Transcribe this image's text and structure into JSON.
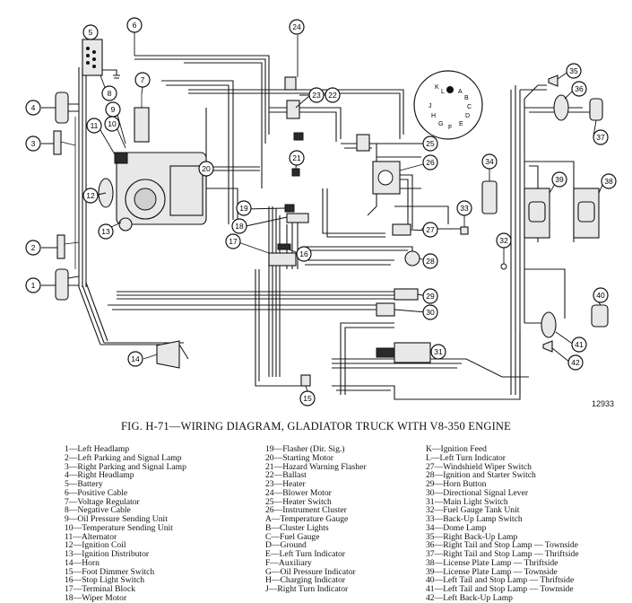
{
  "figure": {
    "number": "12933",
    "caption": "FIG. H-71—WIRING DIAGRAM, GLADIATOR TRUCK WITH V8-350 ENGINE"
  },
  "callouts": [
    "1",
    "2",
    "3",
    "4",
    "5",
    "6",
    "7",
    "8",
    "9",
    "10",
    "11",
    "12",
    "13",
    "14",
    "15",
    "16",
    "17",
    "18",
    "19",
    "20",
    "21",
    "22",
    "23",
    "24",
    "25",
    "26",
    "27",
    "28",
    "29",
    "30",
    "31",
    "32",
    "33",
    "34",
    "35",
    "36",
    "37",
    "38",
    "39",
    "40",
    "41",
    "42"
  ],
  "connector_letters": [
    "K",
    "L",
    "A",
    "B",
    "C",
    "D",
    "E",
    "F",
    "G",
    "H",
    "J"
  ],
  "legend": {
    "col1": [
      "1—Left Headlamp",
      "2—Left Parking and Signal Lamp",
      "3—Right Parking and Signal Lamp",
      "4—Right Headlamp",
      "5—Battery",
      "6—Positive Cable",
      "7—Voltage Regulator",
      "8—Negative Cable",
      "9—Oil Pressure Sending Unit",
      "10—Temperature Sending Unit",
      "11—Alternator",
      "12—Ignition Coil",
      "13—Ignition Distributor",
      "14—Horn",
      "15—Foot Dimmer Switch",
      "16—Stop Light Switch",
      "17—Terminal Block",
      "18—Wiper Motor"
    ],
    "col2": [
      "19—Flasher (Dir. Sig.)",
      "20—Starting Motor",
      "21—Hazard Warning Flasher",
      "22—Ballast",
      "23—Heater",
      "24—Blower Motor",
      "25—Heater Switch",
      "26—Instrument Cluster",
      "A—Temperature Gauge",
      "B—Cluster Lights",
      "C—Fuel Gauge",
      "D—Ground",
      "E—Left Turn Indicator",
      "F—Auxiliary",
      "G—Oil Pressure Indicator",
      "H—Charging Indicator",
      "J—Right Turn Indicator"
    ],
    "col3": [
      "K—Ignition Feed",
      "L—Left Turn Indicator",
      "27—Windshield Wiper Switch",
      "28—Ignition and Starter Switch",
      "29—Horn Button",
      "30—Directional Signal Lever",
      "31—Main Light Switch",
      "32—Fuel Gauge Tank Unit",
      "33—Back-Up Lamp Switch",
      "34—Dome Lamp",
      "35—Right Back-Up Lamp",
      "36—Right Tail and Stop Lamp — Townside",
      "37—Right Tail and Stop Lamp — Thriftside",
      "38—License Plate Lamp — Thriftside",
      "39—License Plate Lamp — Townside",
      "40—Left Tail and Stop Lamp — Thriftside",
      "41—Left Tail and Stop Lamp — Townside",
      "42—Left Back-Up Lamp"
    ]
  }
}
